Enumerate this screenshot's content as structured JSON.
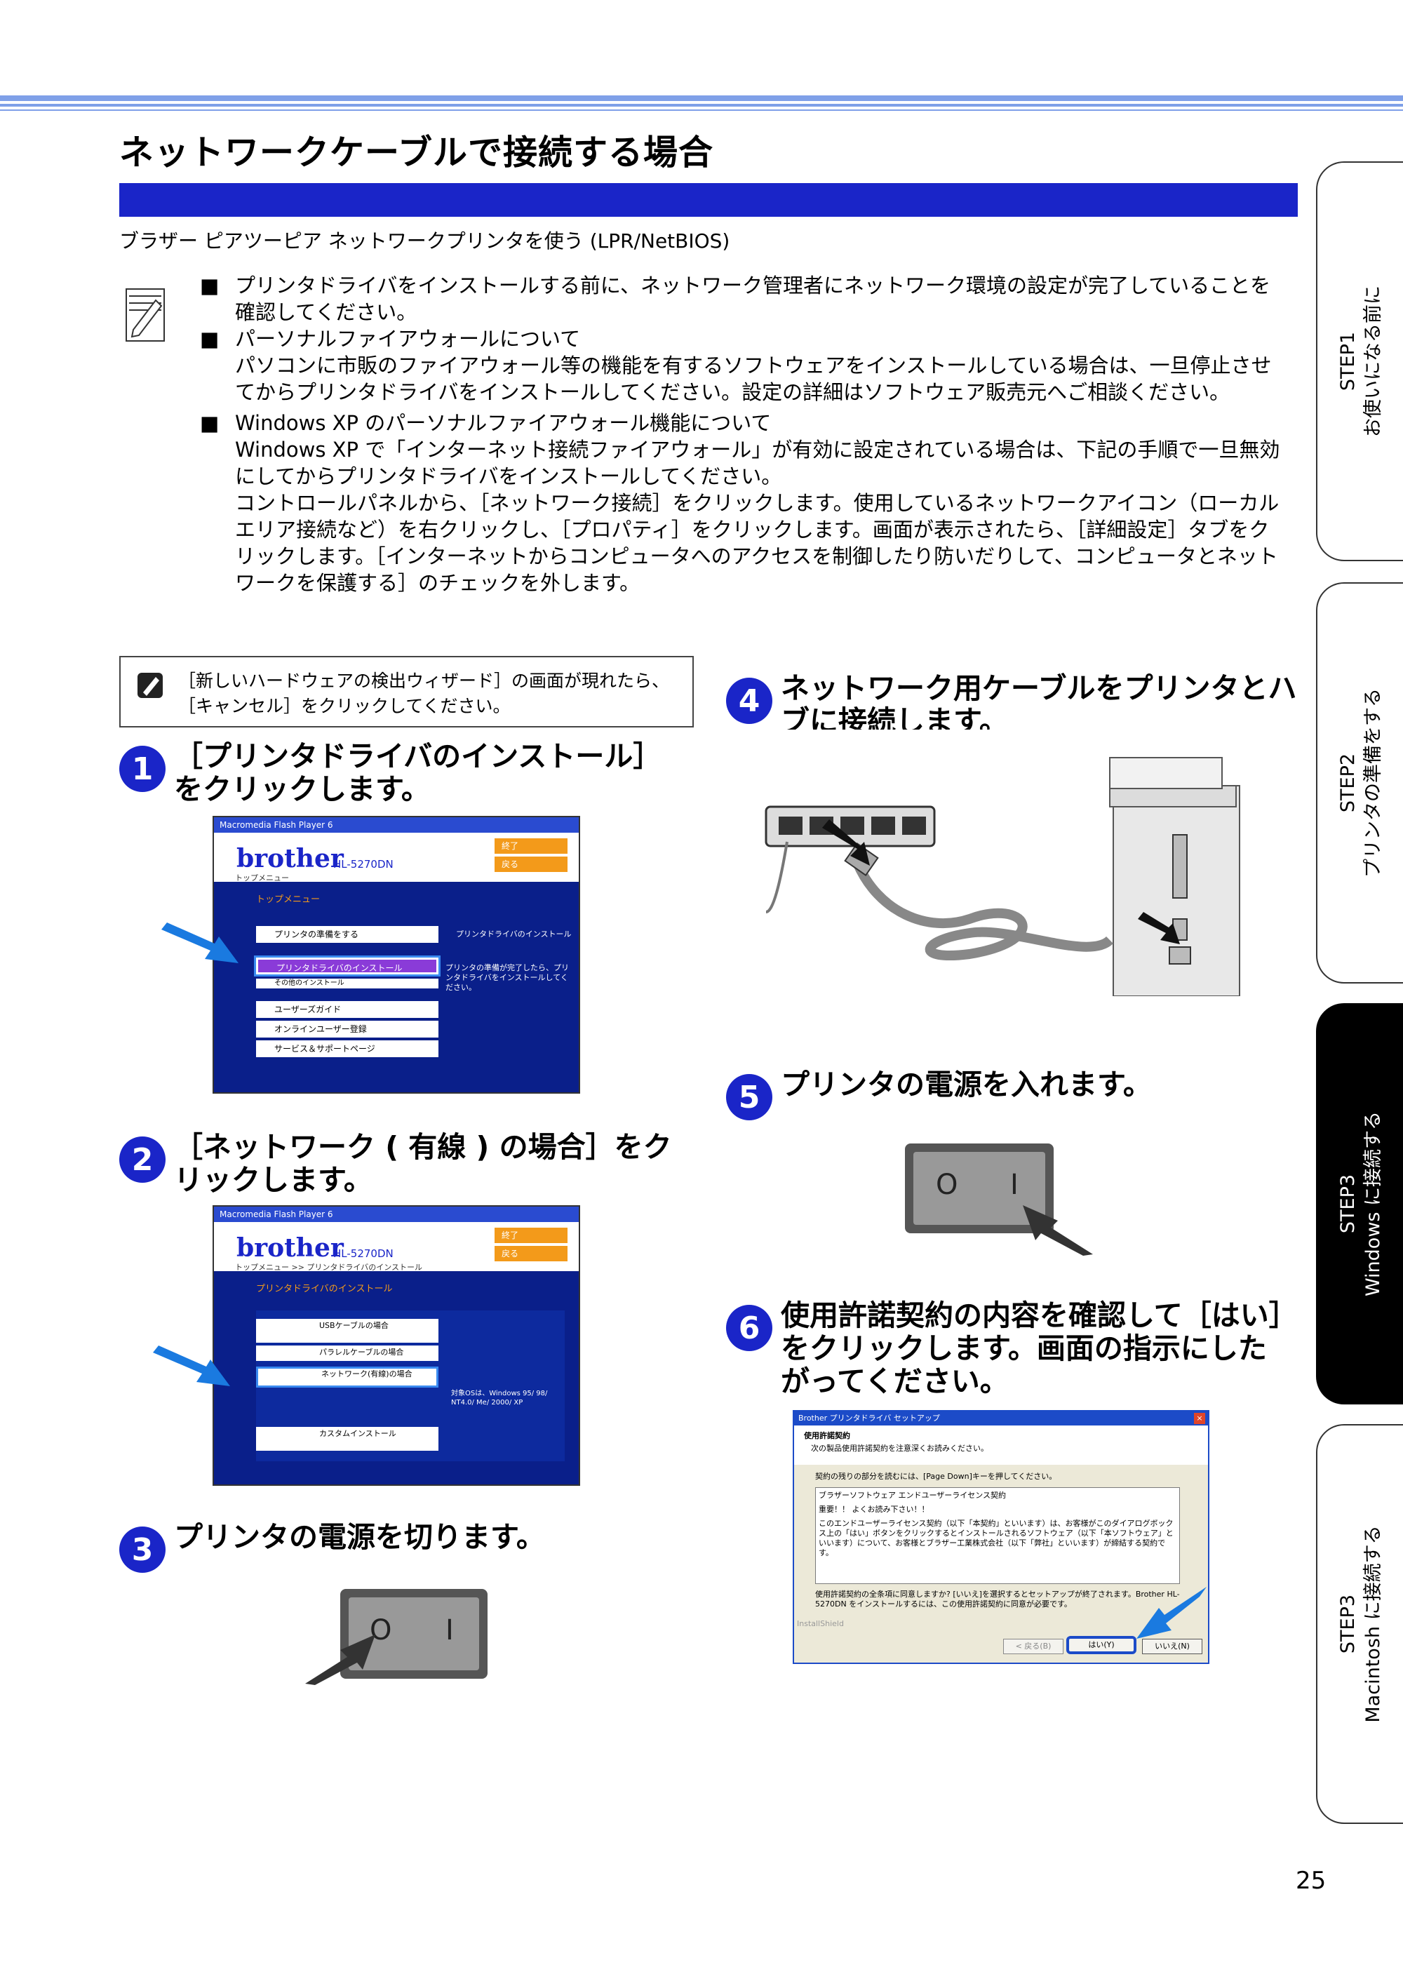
{
  "page": {
    "title": "ネットワークケーブルで接続する場合",
    "subtitle": "ブラザー ピアツーピア ネットワークプリンタを使う (LPR/NetBIOS)",
    "page_number": "25"
  },
  "notes": {
    "bullet1": "プリンタドライバをインストールする前に、ネットワーク管理者にネットワーク環境の設定が完了していることを確認してください。",
    "bullet2_title": "パーソナルファイアウォールについて",
    "bullet2_body": "パソコンに市販のファイアウォール等の機能を有するソフトウェアをインストールしている場合は、一旦停止させてからプリンタドライバをインストールしてください。設定の詳細はソフトウェア販売元へご相談ください。",
    "bullet3_title": "Windows XP のパーソナルファイアウォール機能について",
    "bullet3_body1": "Windows XP で「インターネット接続ファイアウォール」が有効に設定されている場合は、下記の手順で一旦無効にしてからプリンタドライバをインストールしてください。",
    "bullet3_body2": "コントロールパネルから、［ネットワーク接続］をクリックします。使用しているネットワークアイコン（ローカルエリア接続など）を右クリックし、［プロパティ］をクリックします。画面が表示されたら、［詳細設定］タブをクリックします。［インターネットからコンピュータへのアクセスを制御したり防いだりして、コンピュータとネットワークを保護する］のチェックを外します。"
  },
  "hint_box": "［新しいハードウェアの検出ウィザード］の画面が現れたら、［キャンセル］をクリックしてください。",
  "steps": [
    {
      "num": "1",
      "text": "［プリンタドライバのインストール］をクリックします。"
    },
    {
      "num": "2",
      "text": "［ネットワーク ( 有線 ) の場合］をクリックします。"
    },
    {
      "num": "3",
      "text": "プリンタの電源を切ります。"
    },
    {
      "num": "4",
      "text": "ネットワーク用ケーブルをプリンタとハブに接続します。"
    },
    {
      "num": "5",
      "text": "プリンタの電源を入れます。"
    },
    {
      "num": "6",
      "text": "使用許諾契約の内容を確認して［はい］をクリックします。画面の指示にしたがってください。"
    }
  ],
  "screen1": {
    "bar": "Macromedia Flash Player 6",
    "brand": "brother",
    "model": "HL-5270DN",
    "btn_exit": "終了",
    "btn_back": "戻る",
    "breadcrumb": "トップメニュー",
    "heading": "トップメニュー",
    "menu": [
      "プリンタの準備をする",
      "プリンタドライバのインストール",
      "その他のインストール",
      "ユーザーズガイド",
      "オンラインユーザー登録",
      "サービス＆サポートページ"
    ],
    "side_title": "プリンタドライバのインストール",
    "side_text": "プリンタの準備が完了したら、プリンタドライバをインストールしてください。"
  },
  "screen2": {
    "bar": "Macromedia Flash Player 6",
    "brand": "brother",
    "model": "HL-5270DN",
    "btn_exit": "終了",
    "btn_back": "戻る",
    "breadcrumb": "トップメニュー >> プリンタドライバのインストール",
    "heading": "プリンタドライバのインストール",
    "options": [
      "USBケーブルの場合",
      "パラレルケーブルの場合",
      "ネットワーク(有線)の場合",
      "カスタムインストール"
    ],
    "os_text": "対象OSは、Windows 95/ 98/ NT4.0/ Me/ 2000/ XP"
  },
  "screen6": {
    "bar": "Brother プリンタドライバ セットアップ",
    "heading": "使用許諾契約",
    "sub": "次の製品使用許諾契約を注意深くお読みください。",
    "hint": "契約の残りの部分を読むには、[Page Down]キーを押してください。",
    "box_title": "ブラザーソフトウェア エンドユーザーライセンス契約",
    "box_important": "重要！！ よくお読み下さい！！",
    "box_body": "このエンドユーザーライセンス契約（以下「本契約」といいます）は、お客様がこのダイアログボックス上の「はい」ボタンをクリックするとインストールされるソフトウェア（以下「本ソフトウェア」といいます）について、お客様とブラザー工業株式会社（以下「弊社」といいます）が締結する契約です。",
    "question": "使用許諾契約の全条項に同意しますか? [いいえ]を選択するとセットアップが終了されます。Brother HL-5270DN をインストールするには、この使用許諾契約に同意が必要です。",
    "installshield": "InstallShield",
    "btn_back": "< 戻る(B)",
    "btn_yes": "はい(Y)",
    "btn_no": "いいえ(N)"
  },
  "switch_labels": {
    "off": "O",
    "on": "I"
  },
  "side_tabs": [
    {
      "line1": "STEP1",
      "line2": "お使いになる前に",
      "active": false
    },
    {
      "line1": "STEP2",
      "line2": "プリンタの準備をする",
      "active": false
    },
    {
      "line1": "STEP3",
      "line2": "Windows に接続する",
      "active": true
    },
    {
      "line1": "STEP3",
      "line2": "Macintosh に接続する",
      "active": false
    }
  ],
  "colors": {
    "accent_blue": "#1a25c8",
    "orange": "#f39a1a",
    "tab_active": "#000000"
  }
}
